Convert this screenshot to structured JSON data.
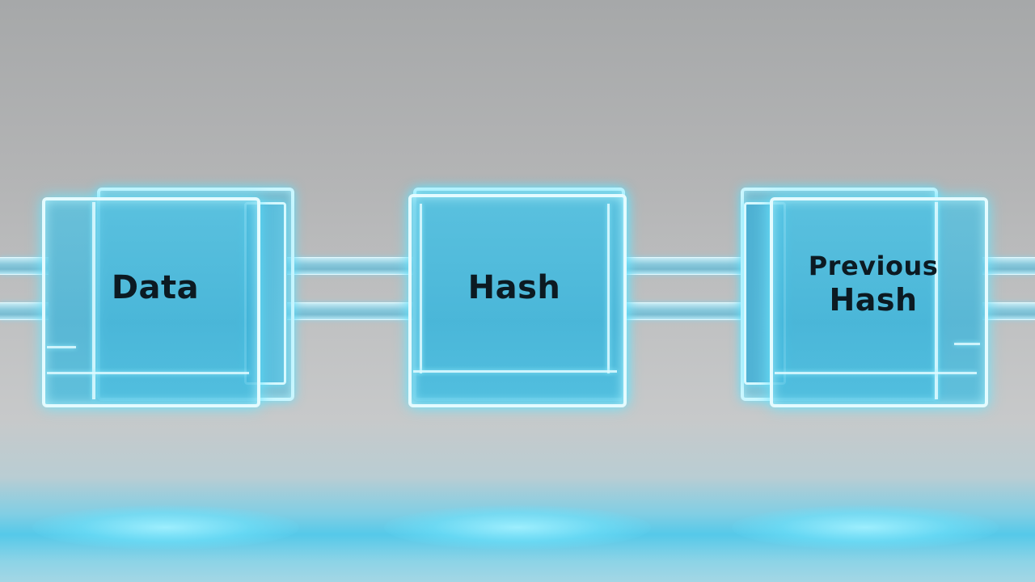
{
  "diagram": {
    "blocks": [
      {
        "id": "data",
        "lines": [
          "Data"
        ]
      },
      {
        "id": "hash",
        "lines": [
          "Hash"
        ]
      },
      {
        "id": "previous-hash",
        "lines": [
          "Previous",
          "Hash"
        ]
      }
    ]
  },
  "colors": {
    "background": "#b4b6b7",
    "cube_fill": "#4fbfe0",
    "cube_edge": "#e4fbff",
    "glow": "#5ee4ff",
    "label": "#0c1a22"
  }
}
